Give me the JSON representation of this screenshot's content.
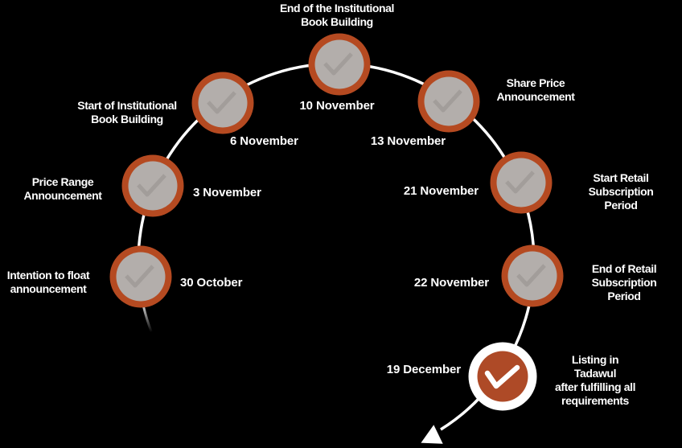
{
  "background": "#000000",
  "colors": {
    "ring": "#b54a21",
    "node_fill": "#b3aeab",
    "check": "#a29d9a",
    "highlight_ring": "#ffffff",
    "highlight_fill": "#ae4a27",
    "highlight_check": "#ffffff",
    "line": "#ffffff",
    "text": "#ffffff"
  },
  "icons": {
    "node_check": "check-icon",
    "flow_end": "arrow-head-icon"
  },
  "milestones": [
    {
      "label": "Intention to float\nannouncement",
      "date": "30 October",
      "style": "default"
    },
    {
      "label": "Price Range\nAnnouncement",
      "date": "3 November",
      "style": "default"
    },
    {
      "label": "Start of Institutional\nBook Building",
      "date": "6 November",
      "style": "default"
    },
    {
      "label": "End of the Institutional\nBook Building",
      "date": "10 November",
      "style": "default"
    },
    {
      "label": "Share Price\nAnnouncement",
      "date": "13 November",
      "style": "default"
    },
    {
      "label": "Start Retail\nSubscription Period",
      "date": "21 November",
      "style": "default"
    },
    {
      "label": "End of Retail\nSubscription Period",
      "date": "22 November",
      "style": "default"
    },
    {
      "label": "Listing in Tadawul\nafter fulfilling all\nrequirements",
      "date": "19 December",
      "style": "highlight"
    }
  ]
}
